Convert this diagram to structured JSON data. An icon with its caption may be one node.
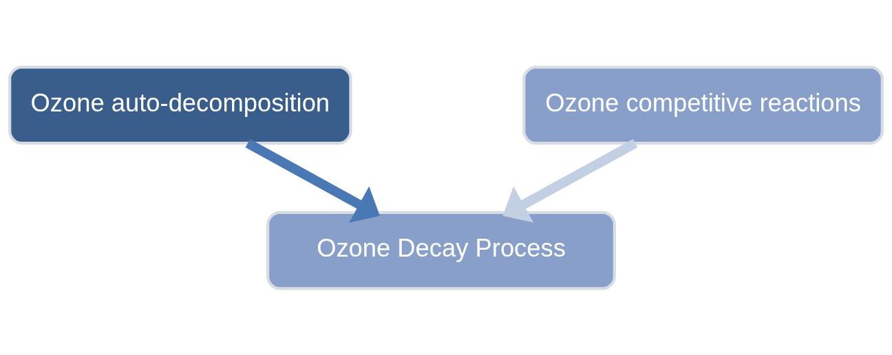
{
  "diagram": {
    "nodes": [
      {
        "text": [
          "Ozone auto-decomposition"
        ]
      },
      {
        "text": [
          "Ozone competitive reactions"
        ]
      },
      {
        "text": [
          "Ozone Decay Process"
        ]
      }
    ],
    "edges": [
      {
        "from": 0,
        "to": 2,
        "arrow": "to",
        "color": "#4a78b4"
      },
      {
        "from": 1,
        "to": 2,
        "arrow": "to",
        "color": "#c3cfe3"
      }
    ]
  }
}
